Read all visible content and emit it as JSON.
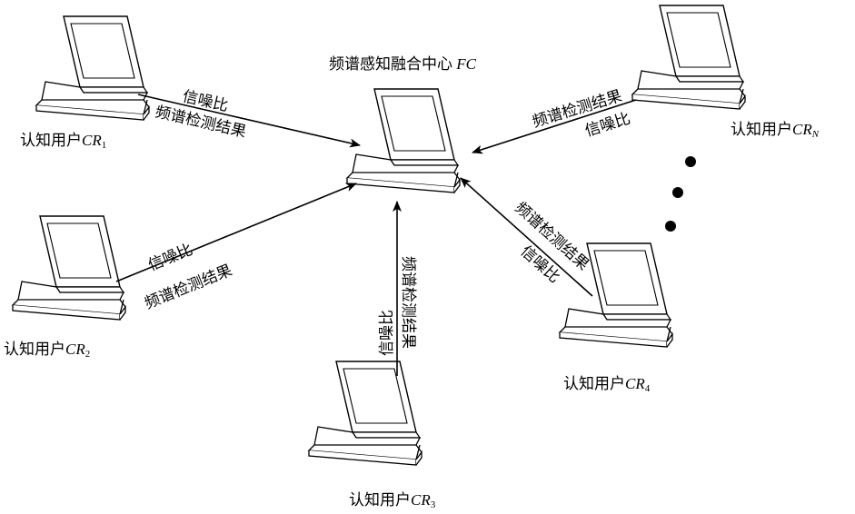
{
  "center": {
    "label": "频谱感知融合中心",
    "code": "FC"
  },
  "users": [
    {
      "id": "cr1",
      "label": "认知用户",
      "code": "CR",
      "sub": "1"
    },
    {
      "id": "cr2",
      "label": "认知用户",
      "code": "CR",
      "sub": "2"
    },
    {
      "id": "cr3",
      "label": "认知用户",
      "code": "CR",
      "sub": "3"
    },
    {
      "id": "cr4",
      "label": "认知用户",
      "code": "CR",
      "sub": "4"
    },
    {
      "id": "crn",
      "label": "认知用户",
      "code": "CR",
      "sub": "N"
    }
  ],
  "edge_labels": {
    "snr": "信噪比",
    "detect": "频谱检测结果"
  },
  "ellipsis": "•••"
}
